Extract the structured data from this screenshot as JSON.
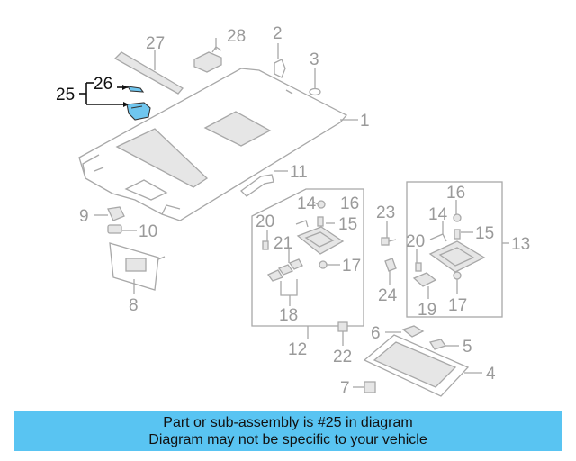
{
  "banner": {
    "line1": "Part or sub-assembly is #25 in diagram",
    "line2": "Diagram may not be specific to your vehicle"
  },
  "colors": {
    "banner_bg": "#59c4f2",
    "highlight_part": "#6fc6ef",
    "callout_line": "#a8a8a8",
    "highlight_text": "#111111"
  },
  "callouts": {
    "n1": "1",
    "n2": "2",
    "n3": "3",
    "n4": "4",
    "n5": "5",
    "n6": "6",
    "n7": "7",
    "n8": "8",
    "n9": "9",
    "n10": "10",
    "n11": "11",
    "n12": "12",
    "n13": "13",
    "n14a": "14",
    "n14b": "14",
    "n15a": "15",
    "n15b": "15",
    "n16a": "16",
    "n16b": "16",
    "n17a": "17",
    "n17b": "17",
    "n18": "18",
    "n19": "19",
    "n20a": "20",
    "n20b": "20",
    "n21": "21",
    "n22": "22",
    "n23": "23",
    "n24": "24",
    "n25": "25",
    "n26": "26",
    "n27": "27",
    "n28": "28"
  },
  "highlighted_part": "25"
}
